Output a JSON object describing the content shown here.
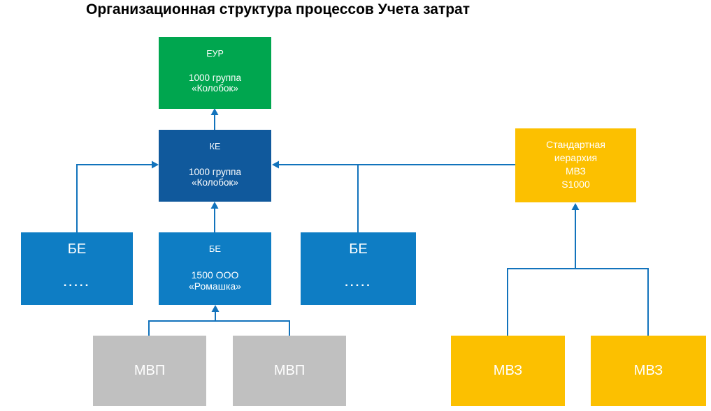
{
  "title": "Организационная структура процессов Учета затрат",
  "colors": {
    "green": "#00A64F",
    "dark_blue": "#10599C",
    "blue": "#0E7DC4",
    "yellow": "#FCC000",
    "gray": "#C0C0C0",
    "line": "#1273BC",
    "title_text": "#000000",
    "box_text": "#FFFFFF"
  },
  "nodes": {
    "eur": {
      "code": "ЕУР",
      "line1": "1000 группа",
      "line2": "«Колобок»"
    },
    "ke": {
      "code": "КЕ",
      "line1": "1000 группа",
      "line2": "«Колобок»"
    },
    "hierarchy": {
      "line1": "Стандартная",
      "line2": "иерархия",
      "line3": "МВЗ",
      "line4": "S1000"
    },
    "be_left": {
      "code": "БЕ",
      "dots": "....."
    },
    "be_center": {
      "code": "БЕ",
      "line1": "1500 ООО",
      "line2": "«Ромашка»"
    },
    "be_right": {
      "code": "БЕ",
      "dots": "....."
    },
    "mvp_left": {
      "code": "МВП"
    },
    "mvp_right": {
      "code": "МВП"
    },
    "mvz_left": {
      "code": "МВЗ"
    },
    "mvz_right": {
      "code": "МВЗ"
    }
  }
}
